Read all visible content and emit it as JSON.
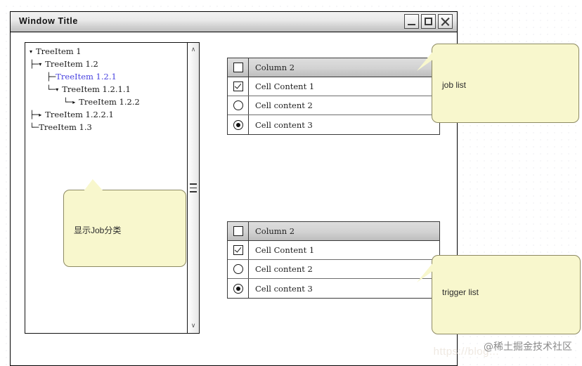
{
  "window": {
    "title": "Window Title",
    "buttons": [
      {
        "name": "minimize",
        "glyph": "minimize-icon"
      },
      {
        "name": "maximize",
        "glyph": "maximize-icon"
      },
      {
        "name": "close",
        "glyph": "close-icon"
      }
    ]
  },
  "tree": {
    "items": [
      {
        "label": "TreeItem 1",
        "depth": 0,
        "connector": "",
        "marker": "▾",
        "selected": false
      },
      {
        "label": "TreeItem 1.2",
        "depth": 1,
        "connector": "├─",
        "marker": "▾",
        "selected": false
      },
      {
        "label": "TreeItem 1.2.1",
        "depth": 2,
        "connector": "├─",
        "marker": "",
        "selected": true
      },
      {
        "label": "TreeItem 1.2.1.1",
        "depth": 2,
        "connector": "└─",
        "marker": "▾",
        "selected": false
      },
      {
        "label": "TreeItem 1.2.2",
        "depth": 3,
        "connector": "└─",
        "marker": "▸",
        "selected": false
      },
      {
        "label": "TreeItem 1.2.2.1",
        "depth": 1,
        "connector": "├─",
        "marker": "▸",
        "selected": false
      },
      {
        "label": "TreeItem 1.3",
        "depth": 1,
        "connector": "└─",
        "marker": "",
        "selected": false
      }
    ],
    "scrollbar": {
      "up_arrow": "∧",
      "down_arrow": "∨"
    }
  },
  "tables": [
    {
      "id": "job-list",
      "header": {
        "control": "checkbox-unchecked",
        "label": "Column 2"
      },
      "rows": [
        {
          "control": "checkbox-checked",
          "label": "Cell Content 1"
        },
        {
          "control": "radio-empty",
          "label": "Cell content 2"
        },
        {
          "control": "radio-selected",
          "label": "Cell content 3"
        }
      ]
    },
    {
      "id": "trigger-list",
      "header": {
        "control": "checkbox-unchecked",
        "label": "Column 2"
      },
      "rows": [
        {
          "control": "checkbox-checked",
          "label": "Cell Content 1"
        },
        {
          "control": "radio-empty",
          "label": "Cell content 2"
        },
        {
          "control": "radio-selected",
          "label": "Cell content 3"
        }
      ]
    }
  ],
  "callouts": {
    "job_category": "显示Job分类",
    "job_list": "job list",
    "trigger_list": "trigger list"
  },
  "watermarks": {
    "brand": "@稀土掘金技术社区",
    "url": "https://blog..."
  },
  "colors": {
    "callout_fill": "#f8f7cd",
    "callout_border": "#8d8a63",
    "selected_tree_item": "#4a44e0",
    "table_header": "#d2d2d2",
    "window_border": "#000000"
  }
}
